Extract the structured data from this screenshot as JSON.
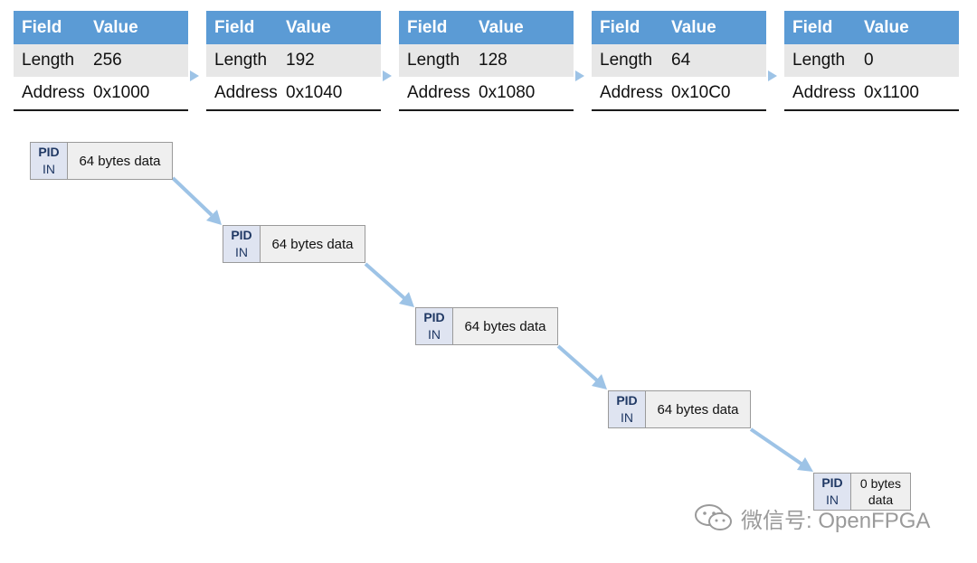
{
  "descriptor_header": {
    "field": "Field",
    "value": "Value"
  },
  "descriptors": [
    {
      "length_label": "Length",
      "length": "256",
      "address_label": "Address",
      "address": "0x1000"
    },
    {
      "length_label": "Length",
      "length": "192",
      "address_label": "Address",
      "address": "0x1040"
    },
    {
      "length_label": "Length",
      "length": "128",
      "address_label": "Address",
      "address": "0x1080"
    },
    {
      "length_label": "Length",
      "length": "64",
      "address_label": "Address",
      "address": "0x10C0"
    },
    {
      "length_label": "Length",
      "length": "0",
      "address_label": "Address",
      "address": "0x1100"
    }
  ],
  "packets": [
    {
      "pid_top": "PID",
      "pid_bottom": "IN",
      "data": "64 bytes data"
    },
    {
      "pid_top": "PID",
      "pid_bottom": "IN",
      "data": "64 bytes data"
    },
    {
      "pid_top": "PID",
      "pid_bottom": "IN",
      "data": "64 bytes data"
    },
    {
      "pid_top": "PID",
      "pid_bottom": "IN",
      "data": "64 bytes data"
    },
    {
      "pid_top": "PID",
      "pid_bottom": "IN",
      "data": "0 bytes data"
    }
  ],
  "watermark": {
    "text": "微信号: OpenFPGA",
    "icon": "wechat-icon"
  },
  "colors": {
    "header": "#5b9bd5",
    "arrow": "#9dc3e6",
    "pid_bg": "#dfe4f1",
    "pid_text": "#1f3864"
  }
}
